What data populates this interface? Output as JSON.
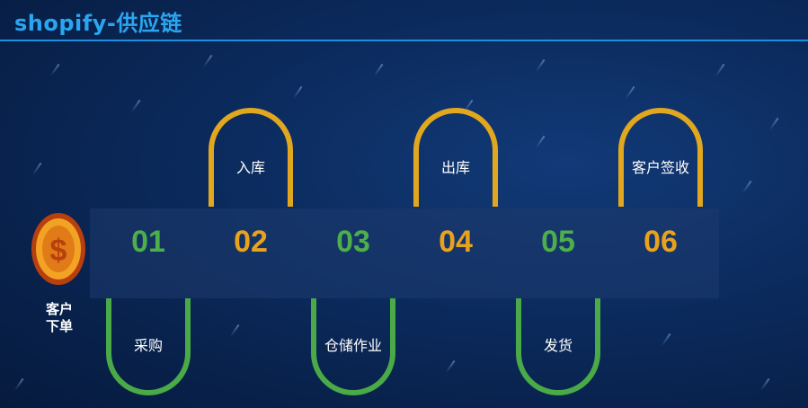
{
  "header": {
    "title": "shopify-供应链"
  },
  "start": {
    "label_line1": "客户",
    "label_line2": "下单",
    "icon": "dollar-coin-icon"
  },
  "steps": [
    {
      "number": "01",
      "label": "采购"
    },
    {
      "number": "02",
      "label": "入库"
    },
    {
      "number": "03",
      "label": "仓储作业"
    },
    {
      "number": "04",
      "label": "出库"
    },
    {
      "number": "05",
      "label": "发货"
    },
    {
      "number": "06",
      "label": "客户签收"
    }
  ],
  "colors": {
    "accent_title": "#2aa6f0",
    "green": "#4caf4b",
    "orange": "#e9a21c",
    "background": "#0b2a5c"
  }
}
